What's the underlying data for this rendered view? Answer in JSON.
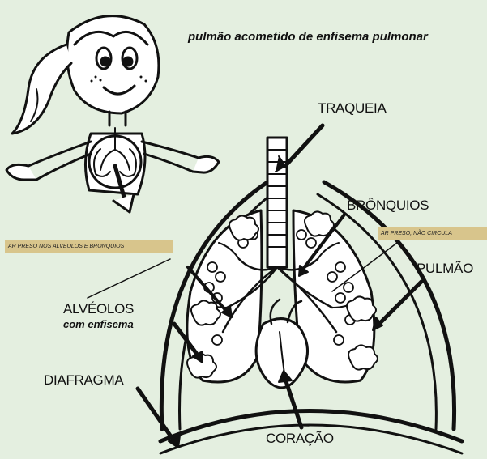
{
  "title": "pulmão acometido de enfisema pulmonar",
  "labels": {
    "traqueia": "TRAQUEIA",
    "bronquios": "BRÔNQUIOS",
    "pulmao": "PULMÃO",
    "alveolos": "ALVÉOLOS",
    "alveolos_sub": "com enfisema",
    "diafragma": "DIAFRAGMA",
    "coracao": "CORAÇÃO"
  },
  "tags": {
    "left": "AR PRESO NOS ALVEOLOS E BRONQUIOS",
    "right": "AR PRESO, NÃO CIRCULA"
  },
  "colors": {
    "background": "#e4efe0",
    "tag_background": "#d8c58c",
    "line": "#111111"
  }
}
